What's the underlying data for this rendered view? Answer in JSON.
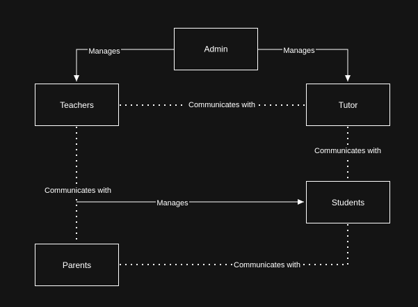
{
  "diagram": {
    "nodes": {
      "admin": "Admin",
      "teachers": "Teachers",
      "tutor": "Tutor",
      "students": "Students",
      "parents": "Parents"
    },
    "edges": {
      "admin_teachers": "Manages",
      "admin_tutor": "Manages",
      "teachers_tutor": "Communicates with",
      "tutor_students": "Communicates with",
      "teachers_parents": "Communicates with",
      "teachers_students": "Manages",
      "parents_students": "Communicates with"
    }
  },
  "colors": {
    "background": "#141414",
    "stroke": "#ffffff",
    "text": "#ffffff"
  }
}
